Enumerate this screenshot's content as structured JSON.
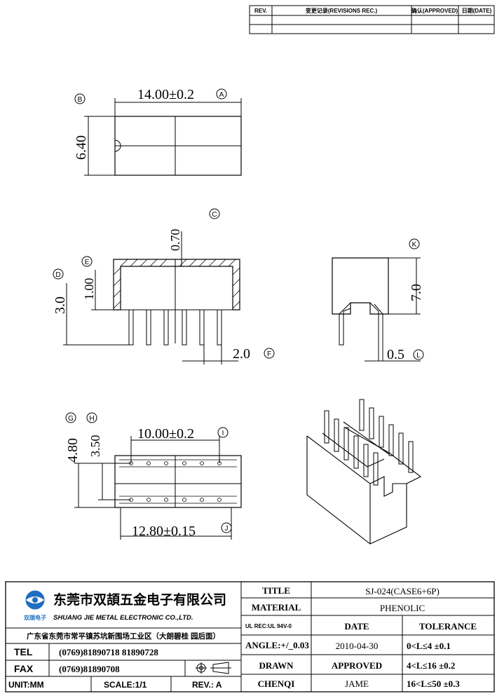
{
  "revision_table": {
    "headers": [
      "REV.",
      "变更记录(REVISIONS REC.)",
      "确认(APPROVED)",
      "日期(DATE)"
    ]
  },
  "dimensions": {
    "d_a": "14.00±0.2",
    "d_b": "6.40",
    "d_c": "0.70",
    "d_d": "3.0",
    "d_e": "1.00",
    "d_f": "2.0",
    "d_g": "4.80",
    "d_h": "3.50",
    "d_i": "10.00±0.2",
    "d_j": "12.80±0.15",
    "d_k": "7.0",
    "d_l": "0.5"
  },
  "markers": {
    "a": "A",
    "b": "B",
    "c": "C",
    "d": "D",
    "e": "E",
    "f": "F",
    "g": "G",
    "h": "H",
    "i": "I",
    "j": "J",
    "k": "K",
    "l": "L"
  },
  "title_block": {
    "company_cn": "东莞市双頡五金电子有限公司",
    "company_en": "SHUANG JIE METAL ELECTRONIC CO.,LTD.",
    "logo_text": "双頡电子",
    "address": "广东省东莞市常平镇苏坑新围场工业区（大朗碧桂 园后面）",
    "tel_label": "TEL",
    "tel_value": "(0769)81890718  81890728",
    "fax_label": "FAX",
    "fax_value": "(0769)81890708",
    "unit_label": "UNIT:MM",
    "scale_label": "SCALE:1/1",
    "rev_label": "REV.: A",
    "title_label": "TITLE",
    "title_value": "SJ-024(CASE6+6P)",
    "material_label": "MATERIAL",
    "material_value": "PHENOLIC",
    "ul_label": "UL REC:UL 94V-0",
    "date_label": "DATE",
    "tolerance_label": "TOLERANCE",
    "angle_label": "ANGLE:+/_0.03",
    "date_value": "2010-04-30",
    "tol1": "0<L≤4   ±0.1",
    "drawn_label": "DRAWN",
    "approved_label": "APPROVED",
    "tol2": "4<L≤16   ±0.2",
    "checked_label": "CHENQI",
    "checked_name": "JAME",
    "tol3": "16<L≤50  ±0.3"
  }
}
